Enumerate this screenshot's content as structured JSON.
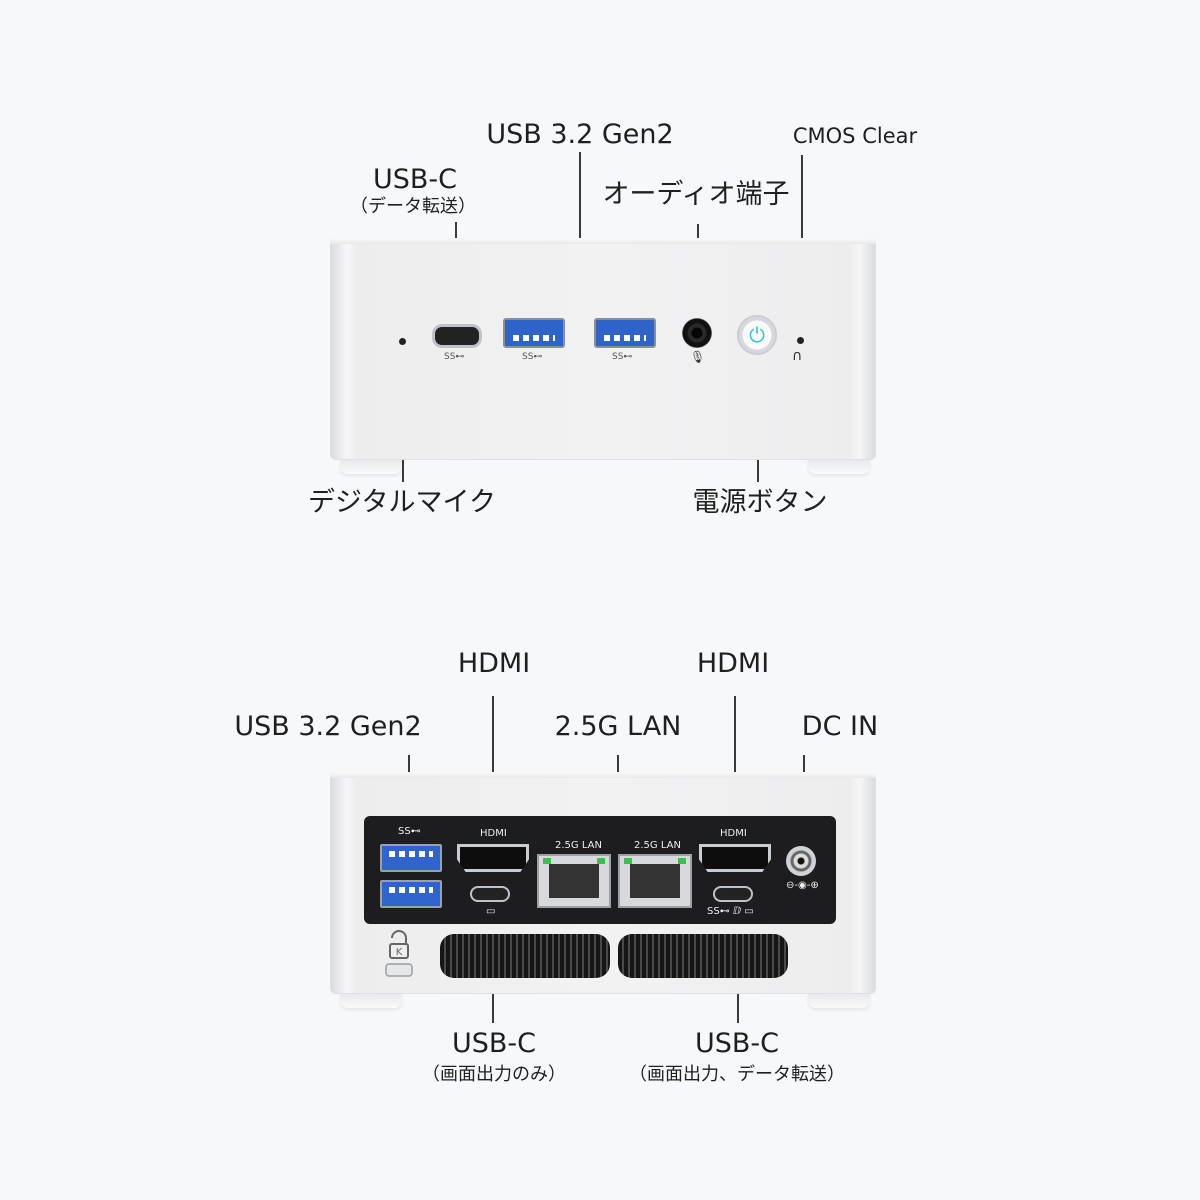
{
  "front": {
    "usb_gen2_label": "USB 3.2 Gen2",
    "cmos_label": "CMOS Clear",
    "usbc_label": "USB-C",
    "usbc_sub": "（データ転送）",
    "audio_label": "オーディオ端子",
    "mic_label": "デジタルマイク",
    "power_label": "電源ボタン",
    "ss_text": "SS⊷",
    "power_icon": "⏻"
  },
  "rear": {
    "hdmi_left_label": "HDMI",
    "hdmi_right_label": "HDMI",
    "usb_gen2_label": "USB 3.2 Gen2",
    "lan_label": "2.5G LAN",
    "dc_label": "DC IN",
    "usbc_left_label": "USB-C",
    "usbc_left_sub": "（画面出力のみ）",
    "usbc_right_label": "USB-C",
    "usbc_right_sub": "（画面出力、データ転送）",
    "panel_hdmi": "HDMI",
    "panel_lan": "2.5G LAN",
    "panel_ss": "SS⊷",
    "panel_dc": "⊖-◉-⊕",
    "panel_usbc_right_icons": "SS⊷ ⅅ ▭"
  },
  "colors": {
    "background": "#f7f8fa",
    "usb_blue": "#2e63c9",
    "power_glow": "#29c7d8",
    "lan_led": "#3cc24a"
  }
}
